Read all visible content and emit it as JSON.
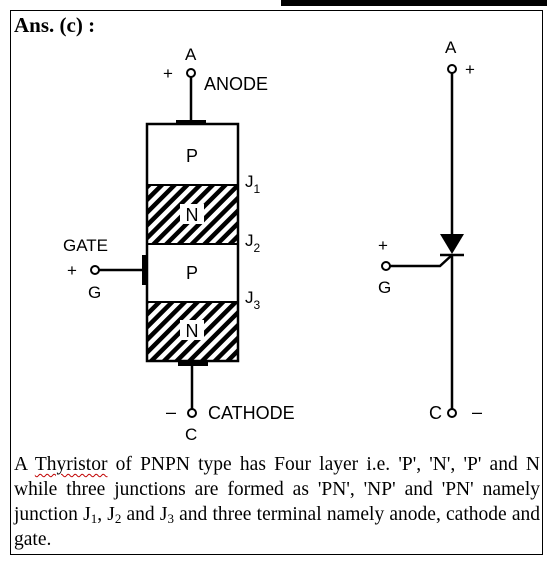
{
  "answer_label": "Ans. (c) :",
  "diagram": {
    "terminal_a": "A",
    "anode_sign": "+",
    "anode_label": "ANODE",
    "layers": [
      "P",
      "N",
      "P",
      "N"
    ],
    "junctions": {
      "j1": {
        "letter": "J",
        "sub": "1"
      },
      "j2": {
        "letter": "J",
        "sub": "2"
      },
      "j3": {
        "letter": "J",
        "sub": "3"
      }
    },
    "gate_label": "GATE",
    "gate_sign": "+",
    "gate_letter": "G",
    "cathode_sign": "–",
    "cathode_label": "CATHODE",
    "terminal_c": "C"
  },
  "symbol": {
    "terminal_a": "A",
    "anode_sign": "+",
    "gate_sign": "+",
    "gate_letter": "G",
    "terminal_c": "C",
    "cathode_sign": "–"
  },
  "paragraph": {
    "part1": "A ",
    "word_thyristor": "Thyristor",
    "part2": " of PNPN type has Four layer  i.e. 'P', 'N', 'P' and N while three junctions are formed as 'PN', 'NP' and 'PN' namely junction J",
    "j1_sub": "1",
    "part3": ", J",
    "j2_sub": "2",
    "part4": " and J",
    "j3_sub": "3",
    "part5": " and three terminal namely anode, cathode and gate."
  }
}
